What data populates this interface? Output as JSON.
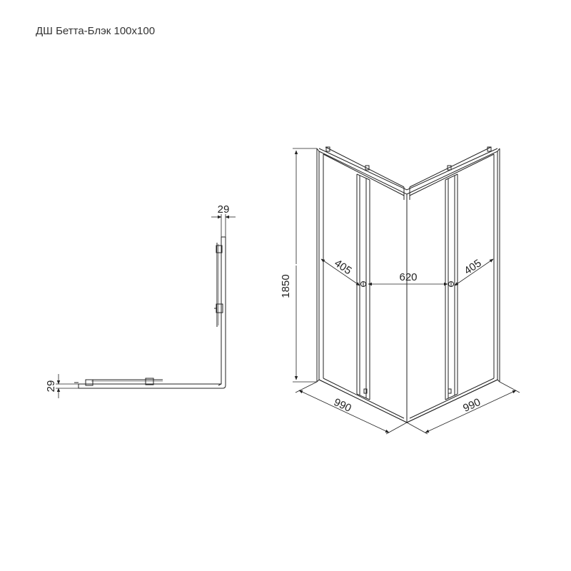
{
  "title": "ДШ Бетта-Блэк 100x100",
  "plan_view": {
    "profile_top": "29",
    "profile_side": "29"
  },
  "front_view": {
    "height": "1850",
    "door_left": "405",
    "fixed_center": "620",
    "door_right": "405",
    "base_left": "990",
    "base_right": "990"
  }
}
